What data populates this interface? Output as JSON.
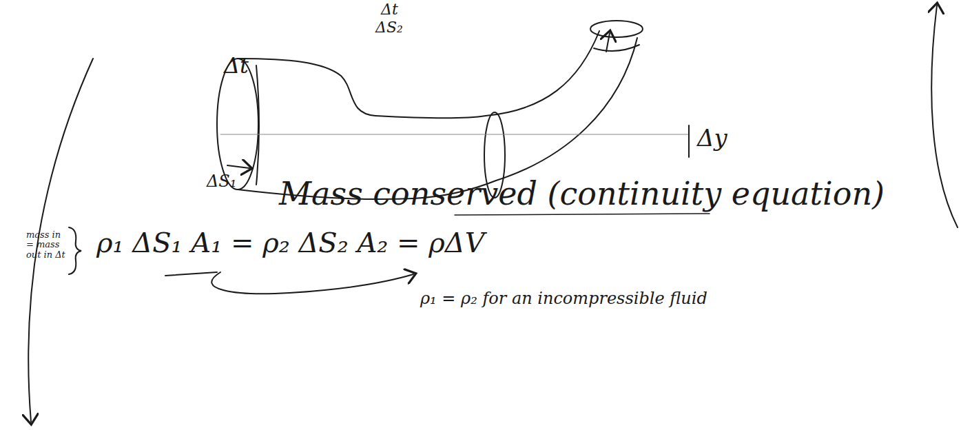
{
  "diagram": {
    "labels": [
      "Δt",
      "Δt",
      "ΔS₂",
      "Δy",
      "ΔS₁",
      "Mass conserved (continuity equation)",
      "mass in = mass out in Δt",
      "ρ₁ ΔS₁ A₁ = ρ₂ ΔS₂ A₂ = ρΔV",
      "ρ₁ = ρ₂ for an incompressible fluid"
    ]
  }
}
